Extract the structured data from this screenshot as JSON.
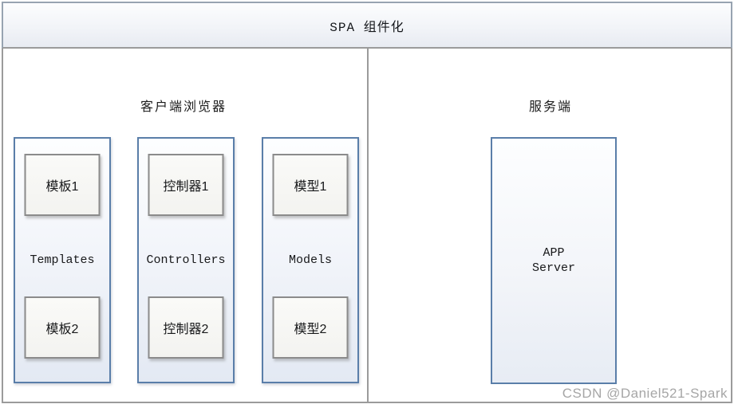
{
  "title": "SPA 组件化",
  "panes": {
    "client": {
      "label": "客户端浏览器"
    },
    "server": {
      "label": "服务端"
    }
  },
  "columns": [
    {
      "name": "Templates",
      "boxes": [
        "模板1",
        "模板2"
      ]
    },
    {
      "name": "Controllers",
      "boxes": [
        "控制器1",
        "控制器2"
      ]
    },
    {
      "name": "Models",
      "boxes": [
        "模型1",
        "模型2"
      ]
    }
  ],
  "server_box": {
    "line1": "APP",
    "line2": "Server"
  },
  "watermark": "CSDN @Daniel521-Spark",
  "colors": {
    "frame_border": "#9b9b9b",
    "header_border": "#97a3b1",
    "header_bg_top": "#fcfdfe",
    "header_bg_bottom": "#e8ebf2",
    "column_border": "#5a7ea9",
    "column_bg_bottom": "#e3e9f3",
    "inner_box_border": "#8b8b8b",
    "inner_box_bg": "#f5f5f2",
    "text": "#17181a",
    "watermark_gray": "#a6a6a6"
  }
}
